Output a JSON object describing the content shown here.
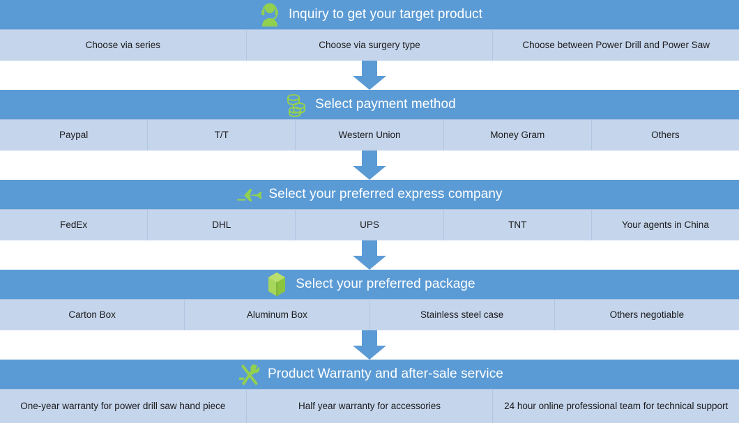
{
  "theme": {
    "header_bg": "#5b9bd5",
    "option_bg": "#c5d5ec",
    "icon_color": "#92d050",
    "arrow_color": "#5b9bd5",
    "title_color": "#ffffff",
    "option_text_color": "#1b1b1b"
  },
  "steps": [
    {
      "icon": "support-agent-icon",
      "title": "Inquiry to get your target product",
      "options": [
        "Choose via series",
        "Choose via surgery type",
        "Choose  between Power Drill and Power Saw"
      ]
    },
    {
      "icon": "coins-icon",
      "title": "Select payment method",
      "options": [
        "Paypal",
        "T/T",
        "Western Union",
        "Money Gram",
        "Others"
      ]
    },
    {
      "icon": "airplane-icon",
      "title": "Select your preferred express company",
      "options": [
        "FedEx",
        "DHL",
        "UPS",
        "TNT",
        "Your agents in China"
      ]
    },
    {
      "icon": "package-box-icon",
      "title": "Select your preferred package",
      "options": [
        "Carton Box",
        "Aluminum Box",
        "Stainless steel case",
        "Others negotiable"
      ]
    },
    {
      "icon": "tools-wrench-screwdriver-icon",
      "title": "Product Warranty and after-sale service",
      "options": [
        "One-year warranty for power drill saw hand piece",
        "Half year warranty for accessories",
        "24 hour online professional team for technical support"
      ]
    }
  ],
  "connectors": [
    "down-arrow-icon",
    "down-arrow-icon",
    "down-arrow-icon",
    "down-arrow-icon"
  ]
}
